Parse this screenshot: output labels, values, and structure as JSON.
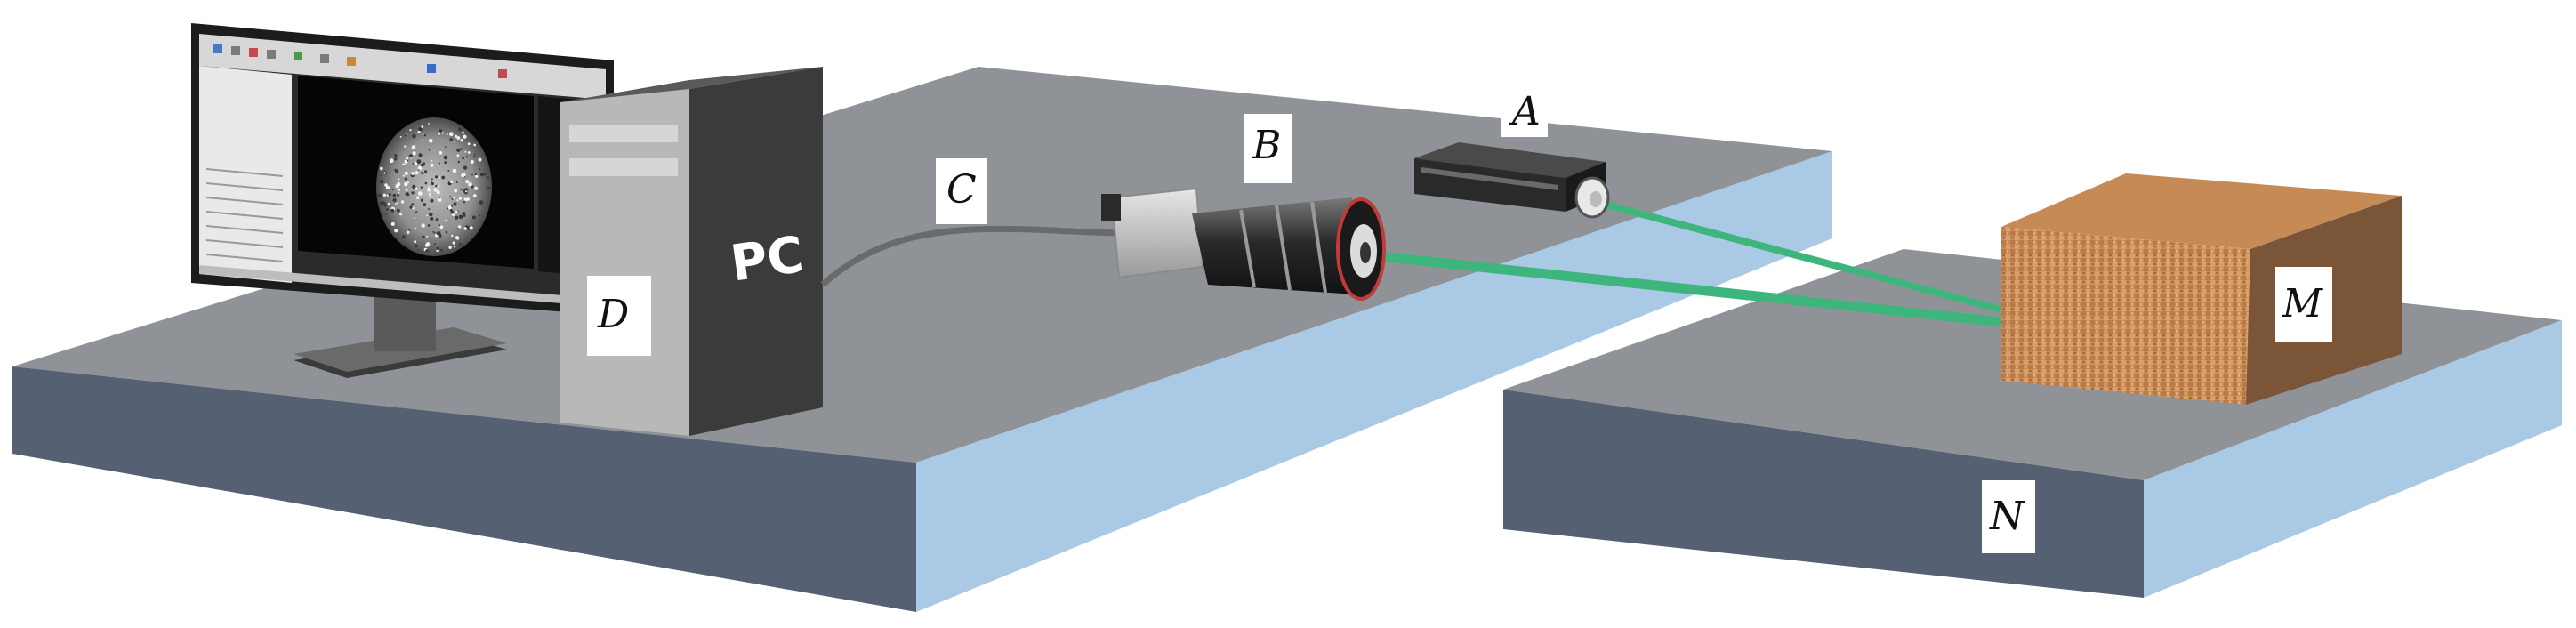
{
  "labels": {
    "A": "A",
    "B": "B",
    "C": "C",
    "D": "D",
    "M": "M",
    "N": "N"
  },
  "pc_text": "PC",
  "colors": {
    "table_top": "#8f9398",
    "table_front": "#566073",
    "table_side": "#a9c9e5",
    "laser_beam": "#3fb57e",
    "box_front": "#c98d56",
    "box_top": "#c58a55",
    "box_side": "#7a5538",
    "tower_front": "#3b3b3b",
    "tower_side": "#b8b8b8",
    "monitor": "#1c1c1c"
  },
  "icons": {
    "laser": "laser-source-icon",
    "camera": "camera-icon",
    "cable": "cable-icon",
    "pc": "pc-tower-icon",
    "monitor": "monitor-icon",
    "sample": "sample-box-icon"
  }
}
